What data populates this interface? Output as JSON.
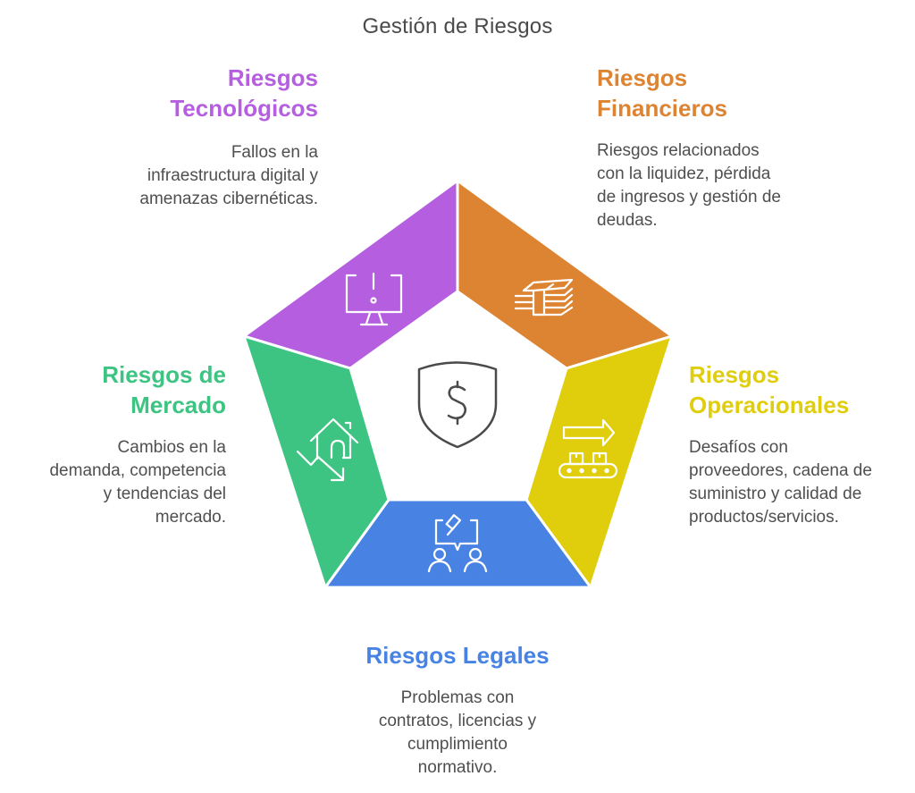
{
  "title": "Gestión de Riesgos",
  "center": {
    "icon": "shield-dollar-icon",
    "color": "#4a4a4a"
  },
  "segments": {
    "tecnologicos": {
      "title": "Riesgos\nTecnológicos",
      "description": "Fallos en la\ninfraestructura digital y\namenazas cibernéticas.",
      "color": "#b55fe0",
      "icon": "monitor-alert-icon"
    },
    "financieros": {
      "title": "Riesgos\nFinancieros",
      "description": "Riesgos relacionados\ncon la liquidez, pérdida\nde ingresos y gestión de\ndeudas.",
      "color": "#dd8433",
      "icon": "money-stack-icon"
    },
    "operacionales": {
      "title": "Riesgos\nOperacionales",
      "description": "Desafíos con\nproveedores, cadena de\nsuministro y calidad de\nproductos/servicios.",
      "color": "#e0cd0c",
      "icon": "conveyor-belt-icon"
    },
    "legales": {
      "title": "Riesgos Legales",
      "description": "Problemas con\ncontratos, licencias y\ncumplimiento\nnormativo.",
      "color": "#4883e4",
      "icon": "legal-discussion-icon"
    },
    "mercado": {
      "title": "Riesgos de\nMercado",
      "description": "Cambios en la\ndemanda, competencia\ny tendencias del\nmercado.",
      "color": "#3ec482",
      "icon": "house-market-decline-icon"
    }
  }
}
